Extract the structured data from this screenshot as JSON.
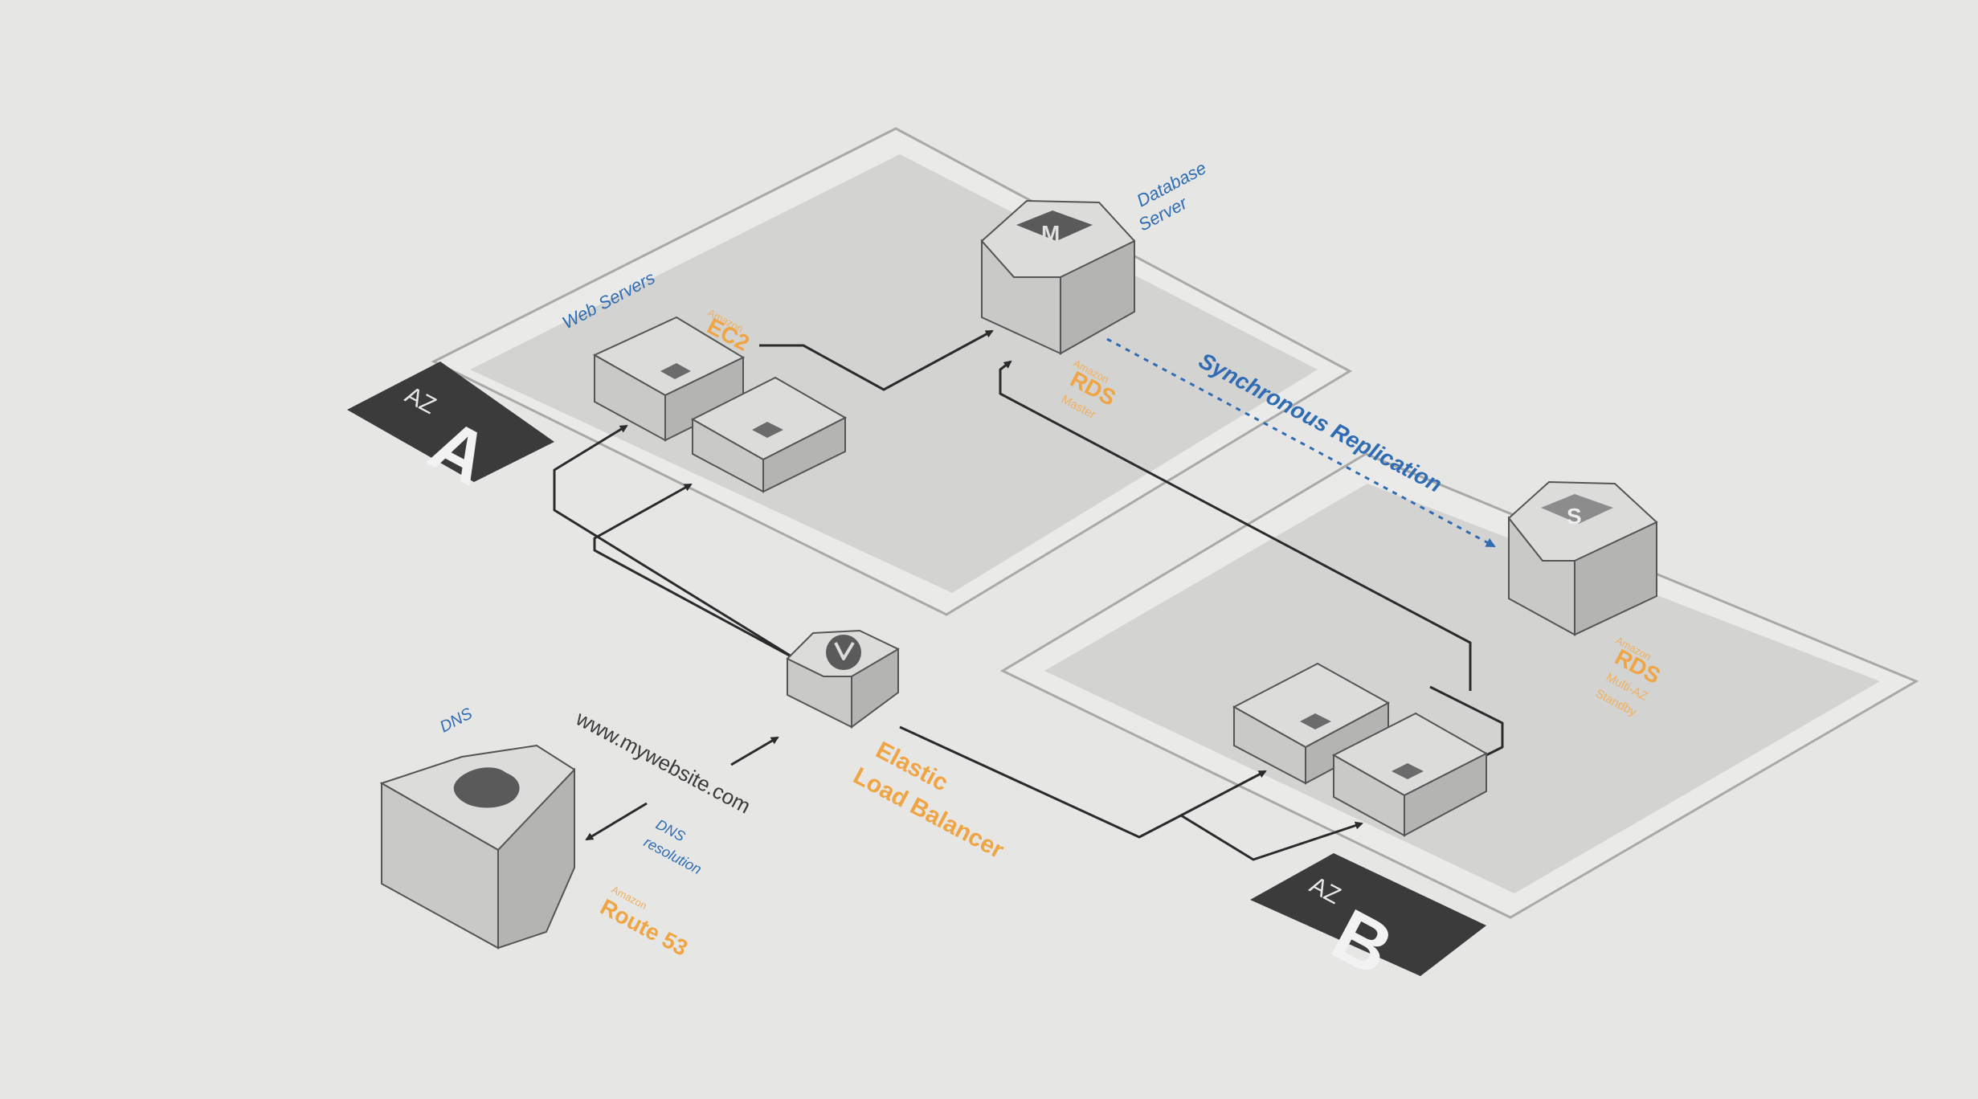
{
  "zones": {
    "a": {
      "az_label": "AZ",
      "letter": "A"
    },
    "b": {
      "az_label": "AZ",
      "letter": "B"
    }
  },
  "labels": {
    "web_servers": "Web Servers",
    "database_server_line1": "Database",
    "database_server_line2": "Server",
    "synchronous_replication": "Synchronous Replication",
    "dns": "DNS",
    "url": "www.mywebsite.com",
    "dns_resolution_line1": "DNS",
    "dns_resolution_line2": "resolution"
  },
  "services": {
    "ec2": {
      "vendor": "Amazon",
      "name": "EC2"
    },
    "rds_master": {
      "vendor": "Amazon",
      "name": "RDS",
      "role": "Master"
    },
    "rds_standby": {
      "vendor": "Amazon",
      "name": "RDS",
      "role_line1": "Multi-AZ",
      "role_line2": "Standby"
    },
    "elb": {
      "line1": "Elastic",
      "line2": "Load Balancer"
    },
    "route53": {
      "vendor": "Amazon",
      "name": "Route 53"
    }
  },
  "icons": {
    "rds_master": "M",
    "rds_standby": "S"
  },
  "colors": {
    "background": "#e6e6e4",
    "label_blue": "#2f6cb3",
    "label_orange": "#f0a545",
    "az_tag": "#3b3b3b"
  }
}
